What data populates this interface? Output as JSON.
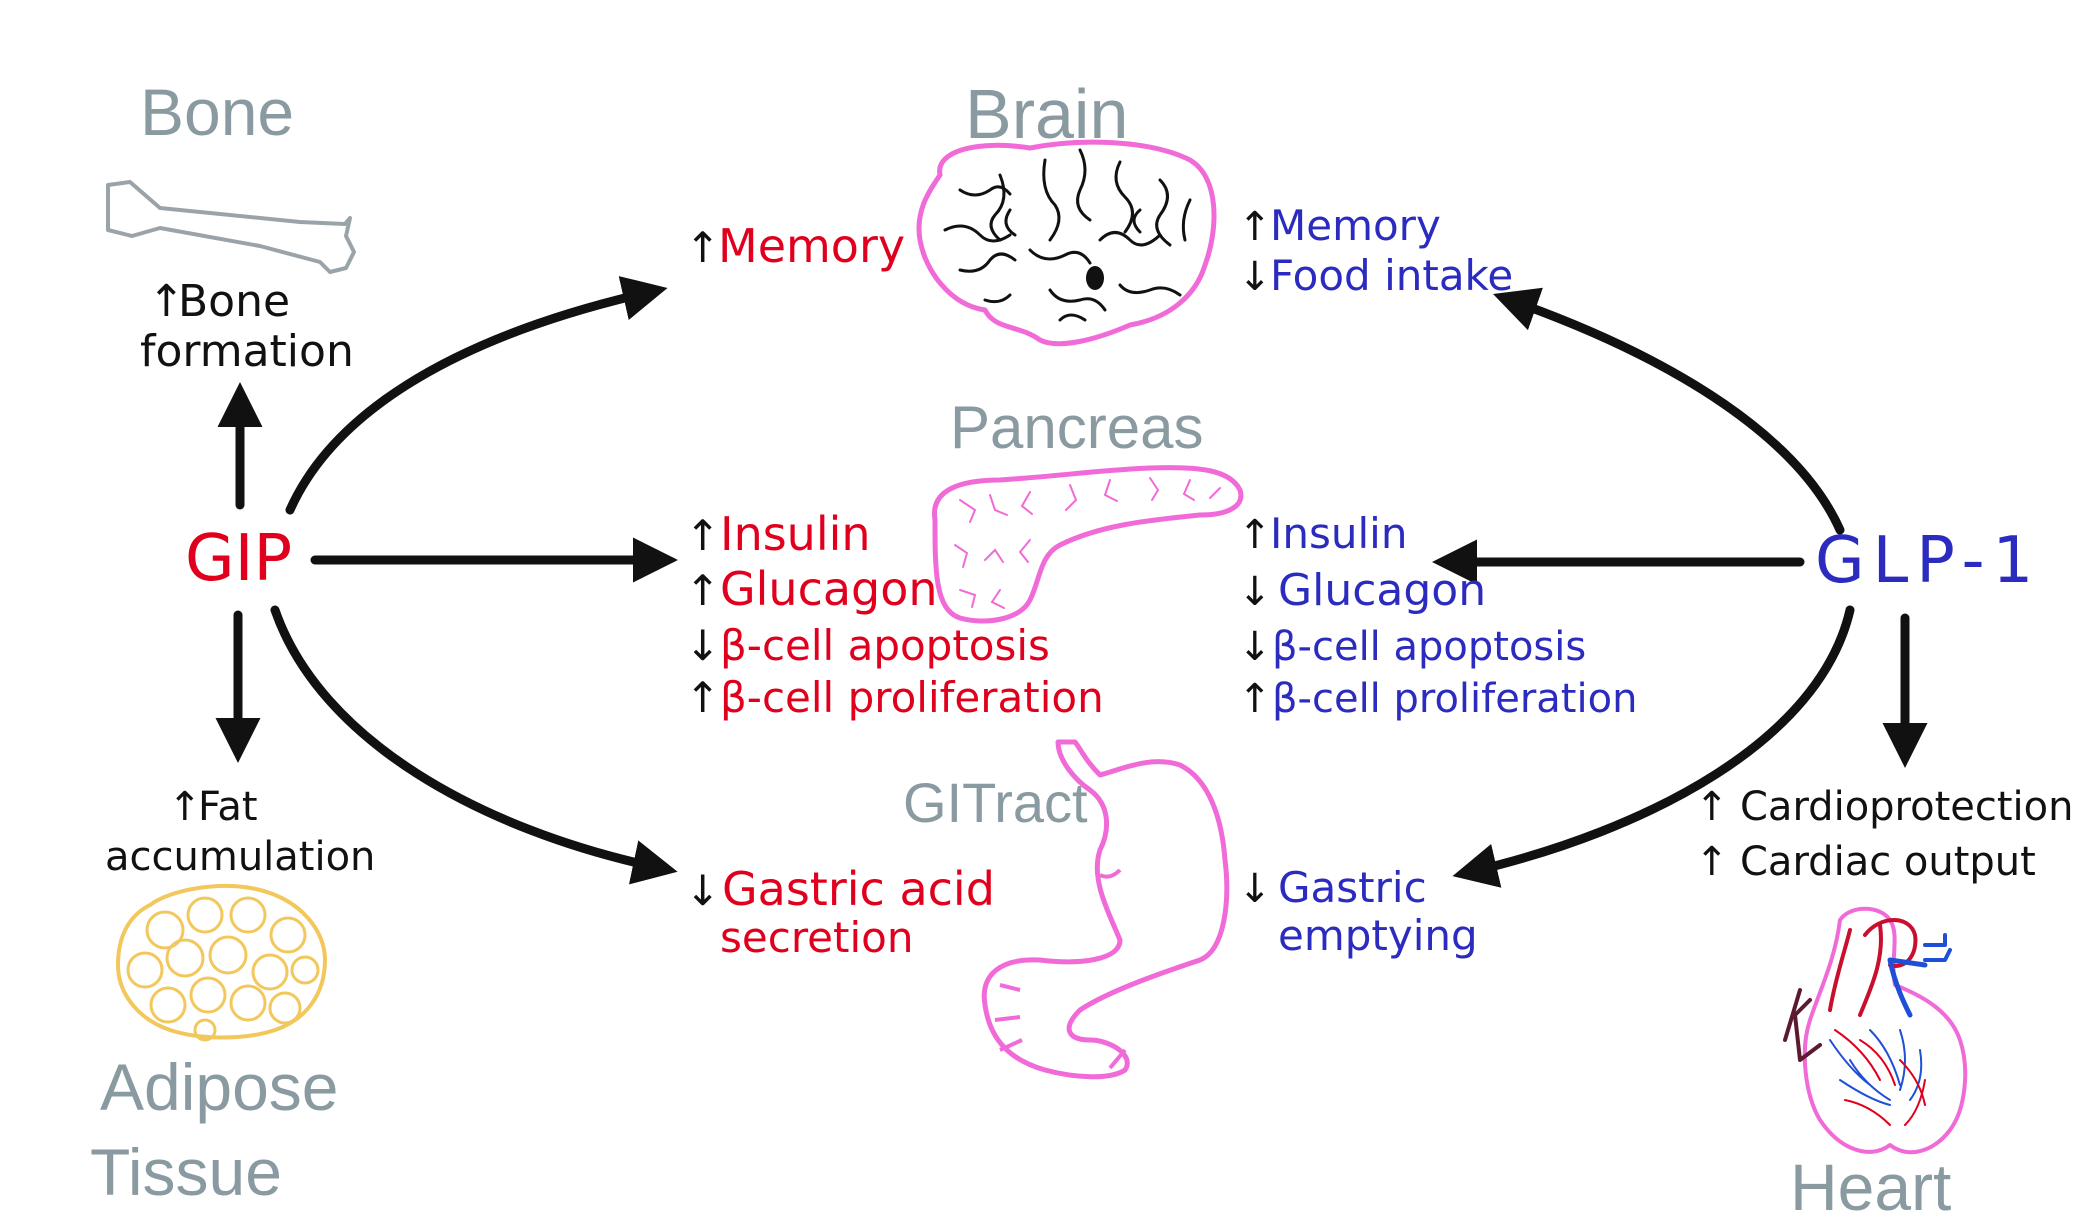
{
  "organs": {
    "bone": "Bone",
    "brain": "Brain",
    "pancreas": "Pancreas",
    "gi_tract": "GITract",
    "adipose_line1": "Adipose",
    "adipose_line2": "Tissue",
    "heart": "Heart"
  },
  "hubs": {
    "gip": "GIP",
    "glp1": "GLP-1"
  },
  "gip_effects": {
    "bone_line1": "Bone",
    "bone_line2": "formation",
    "fat_line1": "Fat",
    "fat_line2": "accumulation",
    "brain": [
      "Memory"
    ],
    "pancreas": [
      "Insulin",
      "Glucagon",
      "β-cell apoptosis",
      "β-cell proliferation"
    ],
    "gi": [
      "Gastric acid",
      "secretion"
    ]
  },
  "glp1_effects": {
    "brain": [
      "Memory",
      "Food intake"
    ],
    "pancreas": [
      "Insulin",
      "Glucagon",
      "β-cell apoptosis",
      "β-cell proliferation"
    ],
    "gi": [
      "Gastric",
      "emptying"
    ],
    "heart": [
      "Cardioprotection",
      "Cardiac output"
    ]
  },
  "directions": {
    "up": "↑",
    "down": "↓"
  },
  "colors": {
    "gip": "#e0001e",
    "glp1": "#2b2bbf",
    "organ_label": "#8a9aa1",
    "organ_outline": "#f06ad8",
    "bone_outline": "#9aa3a8",
    "fat_outline": "#f2c75c",
    "arrow": "#111111"
  }
}
